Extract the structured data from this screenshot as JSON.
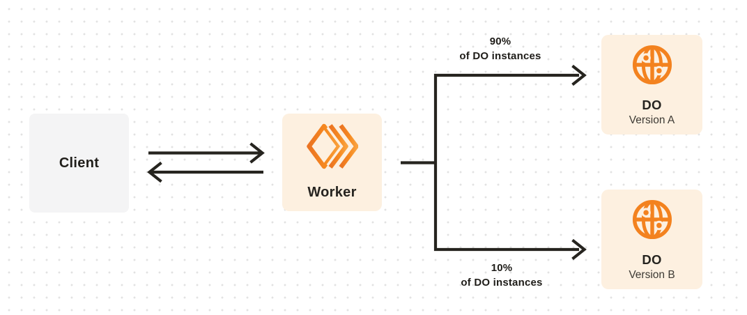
{
  "diagram": {
    "colors": {
      "background": "#ffffff",
      "dot_grid": "#e2e2e2",
      "arrow": "#26241f",
      "text_primary": "#201e1a",
      "text_secondary": "#3c3933",
      "client_box_bg": "#f4f4f5",
      "orange_box_bg": "#fdf0e0",
      "brand_orange": "#f6821f",
      "brand_orange_dark": "#eb7423",
      "brand_orange_light": "#f9a13e"
    },
    "nodes": {
      "client": {
        "label": "Client"
      },
      "worker": {
        "label": "Worker",
        "icon": "cloudflare-workers-logo-icon"
      },
      "do_version_a": {
        "title": "DO",
        "subtitle": "Version A",
        "icon": "durable-object-globe-icon"
      },
      "do_version_b": {
        "title": "DO",
        "subtitle": "Version B",
        "icon": "durable-object-globe-icon"
      }
    },
    "edge_labels": {
      "split_top": {
        "percent": "90%",
        "caption": "of DO instances"
      },
      "split_bottom": {
        "percent": "10%",
        "caption": "of DO instances"
      }
    }
  }
}
